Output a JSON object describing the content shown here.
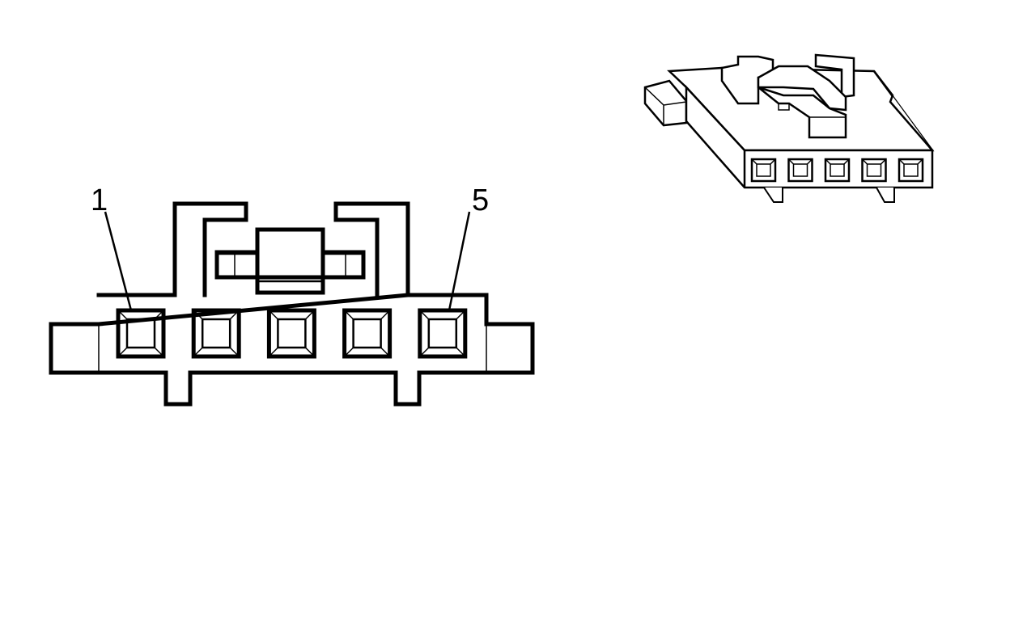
{
  "figure": {
    "face_view": {
      "pin_labels": [
        "1",
        "5"
      ],
      "cavity_count": 5
    },
    "iso_view": {
      "cavity_count": 5
    }
  }
}
